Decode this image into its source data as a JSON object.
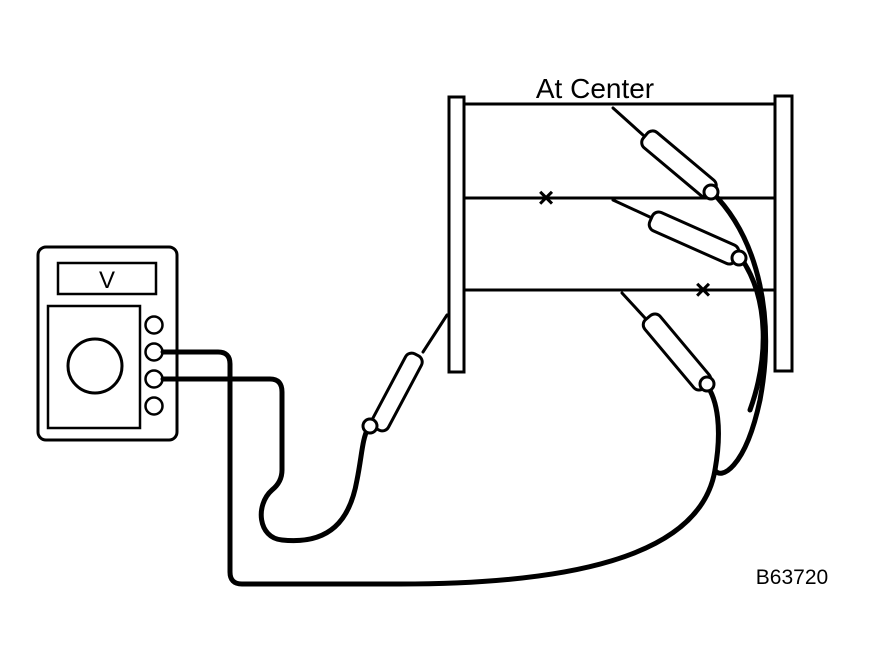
{
  "diagram": {
    "location_label": "At Center",
    "meter_display": "V",
    "figure_id": "B63720",
    "cross_mark": "×"
  }
}
